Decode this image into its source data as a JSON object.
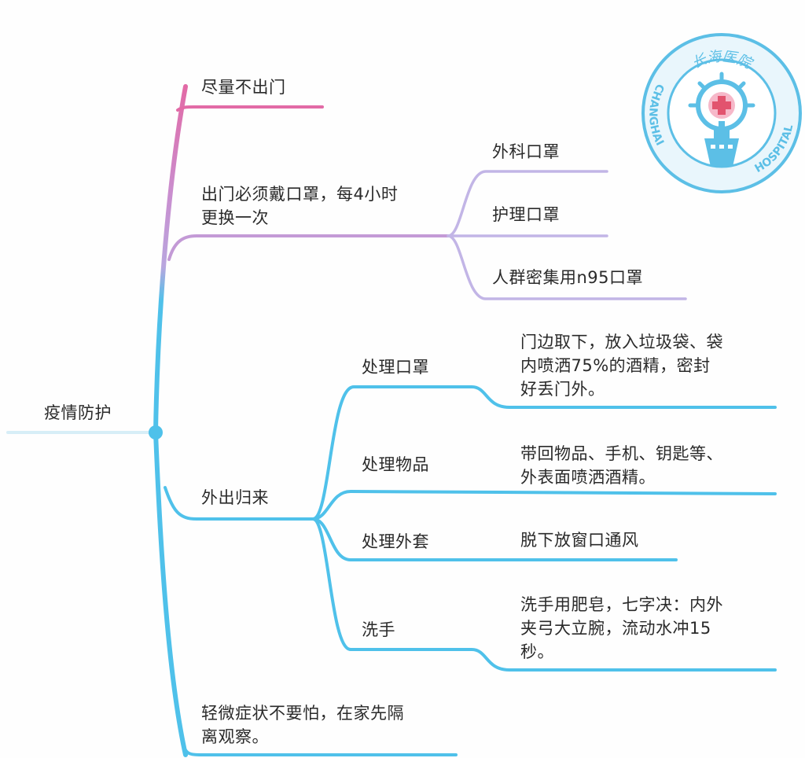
{
  "root": {
    "label": "疫情防护"
  },
  "branches": {
    "stay_home": {
      "label": "尽量不出门"
    },
    "mask": {
      "label": "出门必须戴口罩，每4小时\n更换一次",
      "children": [
        "外科口罩",
        "护理口罩",
        "人群密集用n95口罩"
      ]
    },
    "return": {
      "label": "外出归来",
      "children": [
        {
          "label": "处理口罩",
          "detail": "门边取下，放入垃圾袋、袋\n内喷洒75%的酒精，密封\n好丢门外。"
        },
        {
          "label": "处理物品",
          "detail": "带回物品、手机、钥匙等、\n外表面喷洒酒精。"
        },
        {
          "label": "处理外套",
          "detail": "脱下放窗口通风"
        },
        {
          "label": "洗手",
          "detail": "洗手用肥皂，七字决：内外\n夹弓大立腕，流动水冲15\n秒。"
        }
      ]
    },
    "mild": {
      "label": "轻微症状不要怕，在家先隔\n离观察。"
    }
  },
  "logo": {
    "chinese_text": "长海医院",
    "english_text": "CHANGHAI HOSPITAL",
    "icon": "hospital-emblem-icon"
  },
  "colors": {
    "pink": "#e26aa6",
    "purple": "#bf9bd9",
    "blue": "#4fc1ea",
    "root_line": "#d7eef7",
    "logo": "#5cbfe6"
  }
}
